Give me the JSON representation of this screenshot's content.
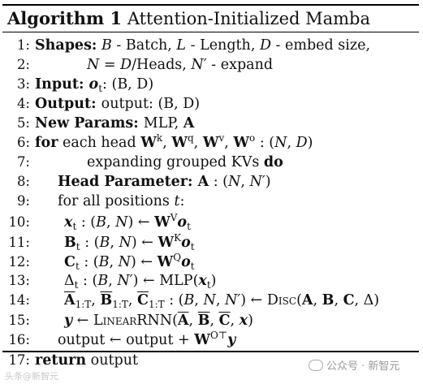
{
  "algorithm": {
    "label": "Algorithm 1",
    "title": "Attention-Initialized Mamba"
  },
  "lines": [
    {
      "n": "1:",
      "parts": [
        [
          "b",
          "Shapes:"
        ],
        [
          "t",
          " "
        ],
        [
          "i",
          "B"
        ],
        [
          "t",
          " - Batch, "
        ],
        [
          "i",
          "L"
        ],
        [
          "t",
          " - Length, "
        ],
        [
          "i",
          "D"
        ],
        [
          "t",
          " - embed size,"
        ]
      ]
    },
    {
      "n": "2:",
      "parts": [
        [
          "i",
          "N"
        ],
        [
          "t",
          " = "
        ],
        [
          "i",
          "D"
        ],
        [
          "t",
          "/Heads, "
        ],
        [
          "i",
          "N′"
        ],
        [
          "t",
          " - expand"
        ]
      ]
    },
    {
      "n": "3:",
      "parts": [
        [
          "b",
          "Input: "
        ],
        [
          "bi",
          "o"
        ],
        [
          "sub",
          "t"
        ],
        [
          "t",
          ": (B, D)"
        ]
      ]
    },
    {
      "n": "4:",
      "parts": [
        [
          "b",
          "Output: "
        ],
        [
          "t",
          "output: (B, D)"
        ]
      ]
    },
    {
      "n": "5:",
      "parts": [
        [
          "b",
          "New Params: "
        ],
        [
          "t",
          "MLP, "
        ],
        [
          "b",
          "A"
        ]
      ]
    },
    {
      "n": "6:",
      "parts": [
        [
          "b",
          "for"
        ],
        [
          "t",
          " each head "
        ],
        [
          "b",
          "W"
        ],
        [
          "sup",
          "k"
        ],
        [
          "t",
          ", "
        ],
        [
          "b",
          "W"
        ],
        [
          "sup",
          "q"
        ],
        [
          "t",
          ", "
        ],
        [
          "b",
          "W"
        ],
        [
          "sup",
          "v"
        ],
        [
          "t",
          ", "
        ],
        [
          "b",
          "W"
        ],
        [
          "sup",
          "o"
        ],
        [
          "t",
          " : ("
        ],
        [
          "i",
          "N"
        ],
        [
          "t",
          ", "
        ],
        [
          "i",
          "D"
        ],
        [
          "t",
          ")"
        ]
      ]
    },
    {
      "n": "7:",
      "parts": [
        [
          "t",
          "expanding grouped KVs "
        ],
        [
          "b",
          "do"
        ]
      ]
    },
    {
      "n": "8:",
      "parts": [
        [
          "b",
          "Head Parameter: A"
        ],
        [
          "t",
          " : ("
        ],
        [
          "i",
          "N"
        ],
        [
          "t",
          ", "
        ],
        [
          "i",
          "N′"
        ],
        [
          "t",
          ")"
        ]
      ]
    },
    {
      "n": "9:",
      "parts": [
        [
          "t",
          "for all positions "
        ],
        [
          "i",
          "t"
        ],
        [
          "t",
          ":"
        ]
      ]
    },
    {
      "n": "10:",
      "parts": [
        [
          "bi",
          "x"
        ],
        [
          "sub",
          "t"
        ],
        [
          "t",
          " : ("
        ],
        [
          "i",
          "B"
        ],
        [
          "t",
          ", "
        ],
        [
          "i",
          "N"
        ],
        [
          "t",
          ") ← "
        ],
        [
          "b",
          "W"
        ],
        [
          "sup",
          "V"
        ],
        [
          "bi",
          "o"
        ],
        [
          "sub",
          "t"
        ]
      ]
    },
    {
      "n": "11:",
      "parts": [
        [
          "b",
          "B"
        ],
        [
          "sub",
          "t"
        ],
        [
          "t",
          " : ("
        ],
        [
          "i",
          "B"
        ],
        [
          "t",
          ", "
        ],
        [
          "i",
          "N"
        ],
        [
          "t",
          ") ← "
        ],
        [
          "b",
          "W"
        ],
        [
          "sup",
          "K"
        ],
        [
          "bi",
          "o"
        ],
        [
          "sub",
          "t"
        ]
      ]
    },
    {
      "n": "12:",
      "parts": [
        [
          "b",
          "C"
        ],
        [
          "sub",
          "t"
        ],
        [
          "t",
          " : ("
        ],
        [
          "i",
          "B"
        ],
        [
          "t",
          ", "
        ],
        [
          "i",
          "N"
        ],
        [
          "t",
          ") ← "
        ],
        [
          "b",
          "W"
        ],
        [
          "sup",
          "Q"
        ],
        [
          "bi",
          "o"
        ],
        [
          "sub",
          "t"
        ]
      ]
    },
    {
      "n": "13:",
      "parts": [
        [
          "t",
          "Δ"
        ],
        [
          "sub",
          "t"
        ],
        [
          "t",
          " : ("
        ],
        [
          "i",
          "B"
        ],
        [
          "t",
          ", "
        ],
        [
          "i",
          "N′"
        ],
        [
          "t",
          ") ← MLP("
        ],
        [
          "bi",
          "x"
        ],
        [
          "sub",
          "t"
        ],
        [
          "t",
          ")"
        ]
      ]
    },
    {
      "n": "14:",
      "parts": [
        [
          "bo",
          "A"
        ],
        [
          "sub",
          "1:T"
        ],
        [
          "t",
          ", "
        ],
        [
          "bo",
          "B"
        ],
        [
          "sub",
          "1:T"
        ],
        [
          "t",
          ", "
        ],
        [
          "bo",
          "C"
        ],
        [
          "sub",
          "1:T"
        ],
        [
          "t",
          " : ("
        ],
        [
          "i",
          "B"
        ],
        [
          "t",
          ", "
        ],
        [
          "i",
          "N"
        ],
        [
          "t",
          ", "
        ],
        [
          "i",
          "N′"
        ],
        [
          "t",
          ") ← "
        ],
        [
          "sc",
          "Disc"
        ],
        [
          "t",
          "("
        ],
        [
          "b",
          "A"
        ],
        [
          "t",
          ", "
        ],
        [
          "b",
          "B"
        ],
        [
          "t",
          ", "
        ],
        [
          "b",
          "C"
        ],
        [
          "t",
          ", Δ)"
        ]
      ]
    },
    {
      "n": "15:",
      "parts": [
        [
          "bi",
          "y"
        ],
        [
          "t",
          " ← "
        ],
        [
          "sc",
          "LinearRNN"
        ],
        [
          "t",
          "("
        ],
        [
          "bo",
          "A"
        ],
        [
          "t",
          ", "
        ],
        [
          "bo",
          "B"
        ],
        [
          "t",
          ", "
        ],
        [
          "bo",
          "C"
        ],
        [
          "t",
          ", "
        ],
        [
          "bi",
          "x"
        ],
        [
          "t",
          ")"
        ]
      ]
    },
    {
      "n": "16:",
      "parts": [
        [
          "t",
          "output ← output + "
        ],
        [
          "b",
          "W"
        ],
        [
          "sup",
          "O⊤"
        ],
        [
          "bi",
          "y"
        ]
      ]
    },
    {
      "n": "17:",
      "parts": [
        [
          "b",
          "return"
        ],
        [
          "t",
          " output"
        ]
      ]
    }
  ],
  "watermark": "公众号 · 新智元",
  "watermark_small": "头条@新智元"
}
